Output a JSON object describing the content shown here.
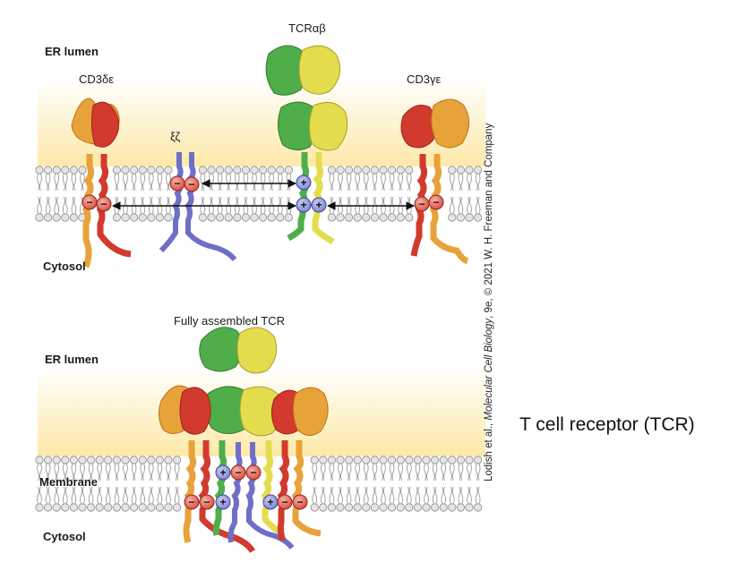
{
  "top_panel": {
    "label_er_lumen": "ER lumen",
    "label_cytosol": "Cytosol",
    "label_cd3de": "CD3δε",
    "label_zz": "ξζ",
    "label_tcrab": "TCRαβ",
    "label_cd3ge": "CD3γε"
  },
  "bottom_panel": {
    "title": "Fully assembled TCR",
    "label_er_lumen": "ER lumen",
    "label_membrane": "Membrane",
    "label_cytosol": "Cytosol"
  },
  "charge_symbols": {
    "minus": "−",
    "plus": "+"
  },
  "credit_prefix": "Lodish et al., ",
  "credit_book": "Molecular Cell Biology",
  "credit_suffix": ", 9e, © 2021 W. H. Freeman and Company",
  "caption": "T cell receptor (TCR)",
  "colors": {
    "lumen_gradient_top": "#ffffff",
    "lumen_gradient_bottom": "#fde9a8",
    "lipid_head": "#e4e4e4",
    "lipid_tail": "#9a9a9a",
    "cd3_orange": "#e8a23a",
    "cd3_red": "#d23a2e",
    "zeta_blue": "#6e6fc8",
    "tcr_green": "#4fae4a",
    "tcr_yellow": "#e3dd4e",
    "minus_charge": "#e2604f",
    "plus_charge": "#8e95dd"
  }
}
